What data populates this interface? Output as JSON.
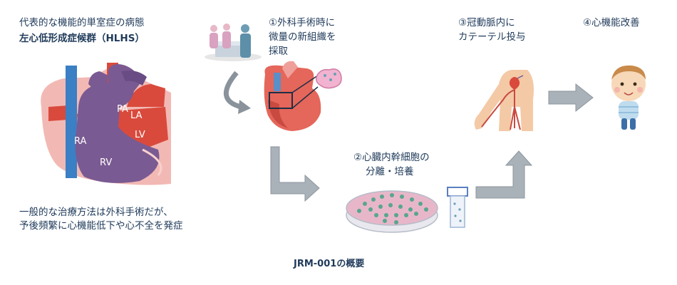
{
  "intro": {
    "line1": "代表的な機能的単室症の病態",
    "line2": "左心低形成症候群（HLHS）"
  },
  "heart_labels": {
    "pa": "PA",
    "la": "LA",
    "lv": "LV",
    "ra": "RA",
    "rv": "RV"
  },
  "treatment": {
    "line1": "一般的な治療方法は外科手術だが、",
    "line2": "予後頻繁に心機能低下や心不全を発症"
  },
  "steps": {
    "step1": {
      "line1": "①外科手術時に",
      "line2": "微量の新組織を",
      "line3": "採取"
    },
    "step2": {
      "line1": "②心臓内幹細胞の",
      "line2": "分離・培養"
    },
    "step3": {
      "line1": "③冠動脈内に",
      "line2": "カテーテル投与"
    },
    "step4": {
      "line1": "④心機能改善"
    }
  },
  "caption": "JRM-001の概要",
  "colors": {
    "text": "#1f3a5a",
    "artery_red": "#d94a3c",
    "vein_blue": "#3b7fc4",
    "ventricle_purple": "#7a5a92",
    "arrow_gray": "#a9b1b9"
  }
}
